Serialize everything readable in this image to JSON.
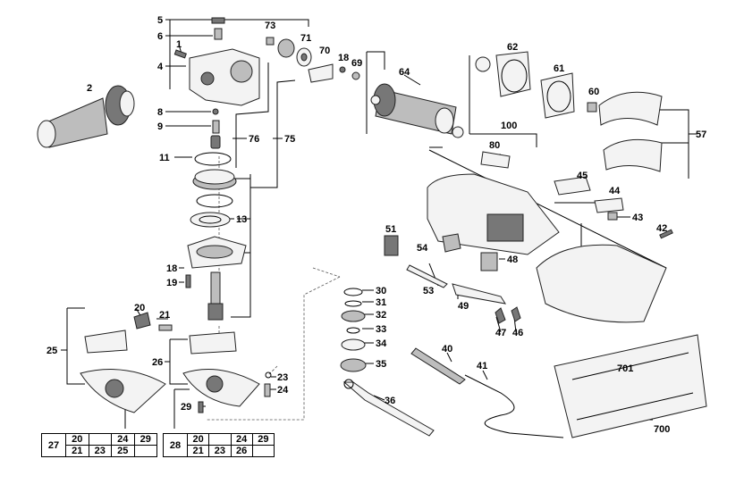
{
  "labels": {
    "p5": "5",
    "p6": "6",
    "p1": "1",
    "p4": "4",
    "p73": "73",
    "p71": "71",
    "p70": "70",
    "p18a": "18",
    "p69": "69",
    "p64": "64",
    "p62": "62",
    "p61": "61",
    "p60": "60",
    "p57": "57",
    "p2": "2",
    "p8": "8",
    "p9": "9",
    "p76": "76",
    "p75": "75",
    "p100": "100",
    "p80": "80",
    "p11": "11",
    "p13": "13",
    "p45": "45",
    "p44": "44",
    "p43": "43",
    "p42": "42",
    "p51": "51",
    "p54": "54",
    "p48": "48",
    "p18b": "18",
    "p19": "19",
    "p53": "53",
    "p49": "49",
    "p47": "47",
    "p46": "46",
    "p20": "20",
    "p21": "21",
    "p25": "25",
    "p26": "26",
    "p23": "23",
    "p24": "24",
    "p29": "29",
    "p30": "30",
    "p31": "31",
    "p32": "32",
    "p33": "33",
    "p34": "34",
    "p35": "35",
    "p36": "36",
    "p40": "40",
    "p41": "41",
    "p701": "701",
    "p700": "700"
  },
  "table27": {
    "id": "27",
    "row1": [
      "20",
      "",
      "24",
      "29"
    ],
    "row2": [
      "21",
      "23",
      "25",
      ""
    ]
  },
  "table28": {
    "id": "28",
    "row1": [
      "20",
      "",
      "24",
      "29"
    ],
    "row2": [
      "21",
      "23",
      "26",
      ""
    ]
  }
}
